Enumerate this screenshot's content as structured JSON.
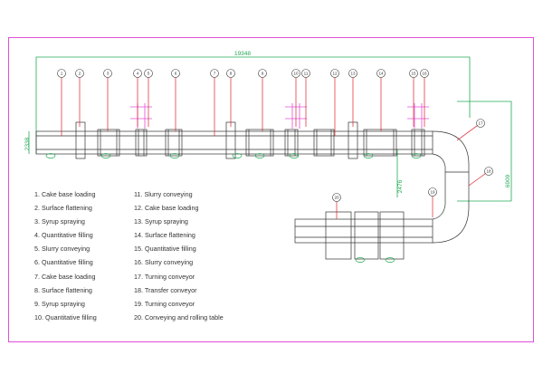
{
  "dimensions": {
    "total_length": "19348",
    "left_height": "2338",
    "right_height": "6909",
    "inner_height": "2476"
  },
  "callouts": [
    "1",
    "2",
    "3",
    "4",
    "5",
    "6",
    "7",
    "8",
    "9",
    "10",
    "11",
    "12",
    "13",
    "14",
    "15",
    "16",
    "17",
    "18",
    "19",
    "20"
  ],
  "legend": {
    "left": [
      "1. Cake base loading",
      "2. Surface flattening",
      "3. Syrup spraying",
      "4. Quantitative filling",
      "5. Slurry conveying",
      "6. Quantitative filling",
      "7. Cake base loading",
      "8. Surface flattening",
      "9. Syrup spraying",
      "10. Quantitative filling"
    ],
    "right": [
      "11. Slurry conveying",
      "12. Cake base loading",
      "13. Syrup spraying",
      "14. Surface flattening",
      "15. Quantitative filling",
      "16. Slurry conveying",
      "17. Turning conveyor",
      "18. Transfer conveyor",
      "19. Turning conveyor",
      "20. Conveying and rolling table"
    ]
  },
  "colors": {
    "frame": "#e14fd6",
    "dimension": "#22aa55",
    "leader": "#e0202a",
    "machine": "#333333"
  }
}
